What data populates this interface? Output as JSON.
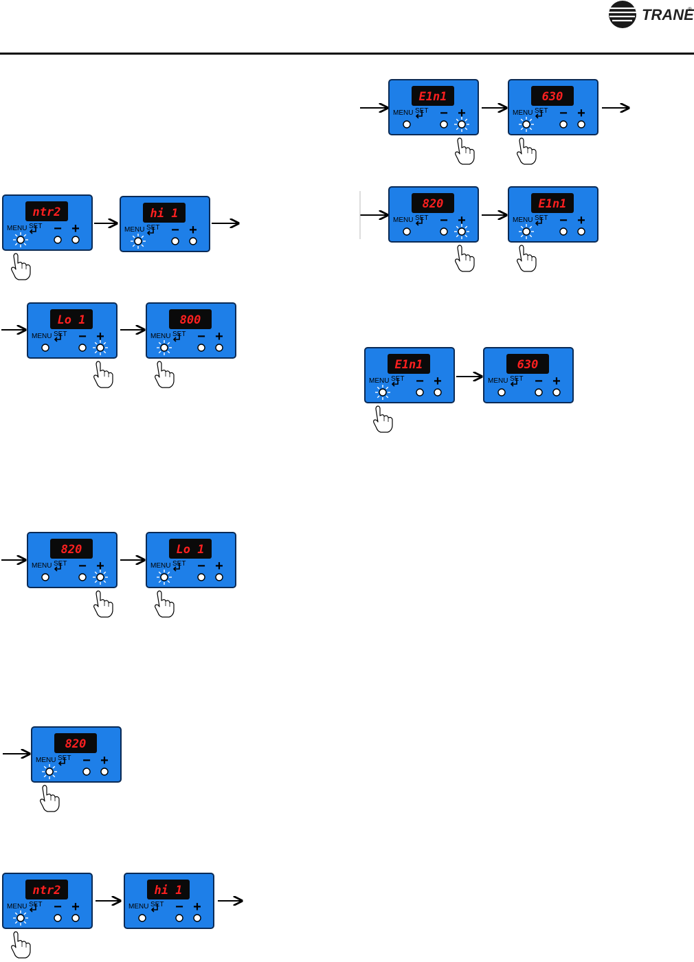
{
  "header": {
    "brand": "TRANE",
    "registered_mark": "®",
    "logo_icon": "trane-logo-icon"
  },
  "colors": {
    "panel": "#1e7fe8",
    "panel_border": "#0a2a55",
    "lcd_bg": "#0a0a0a",
    "lcd_text": "#ff2020",
    "rule": "#000000"
  },
  "panel_labels": {
    "menu": "MENU",
    "set": "SET",
    "minus": "−",
    "plus": "+"
  },
  "panels": [
    {
      "display": "ntr2",
      "pressed": "menu",
      "hand": true
    },
    {
      "display": "hi 1",
      "pressed": "menu",
      "hand": false
    },
    {
      "display": "Lo 1",
      "pressed": "plus",
      "hand": true
    },
    {
      "display": "800",
      "pressed": "menu",
      "hand": true
    },
    {
      "display": "820",
      "pressed": "plus",
      "hand": true
    },
    {
      "display": "Lo 1",
      "pressed": "menu",
      "hand": true
    },
    {
      "display": "820",
      "pressed": "menu",
      "hand": true
    },
    {
      "display": "ntr2",
      "pressed": "menu",
      "hand": true
    },
    {
      "display": "hi 1",
      "pressed": "none",
      "hand": false
    },
    {
      "display": "E1n1",
      "pressed": "plus",
      "hand": true
    },
    {
      "display": "630",
      "pressed": "menu",
      "hand": true
    },
    {
      "display": "820",
      "pressed": "plus",
      "hand": true
    },
    {
      "display": "E1n1",
      "pressed": "menu",
      "hand": true
    },
    {
      "display": "E1n1",
      "pressed": "menu",
      "hand": true
    },
    {
      "display": "630",
      "pressed": "none",
      "hand": false
    }
  ],
  "icons": {
    "hand": "pointing-hand-icon",
    "arrow": "flow-arrow-icon",
    "press": "press-burst-icon"
  }
}
